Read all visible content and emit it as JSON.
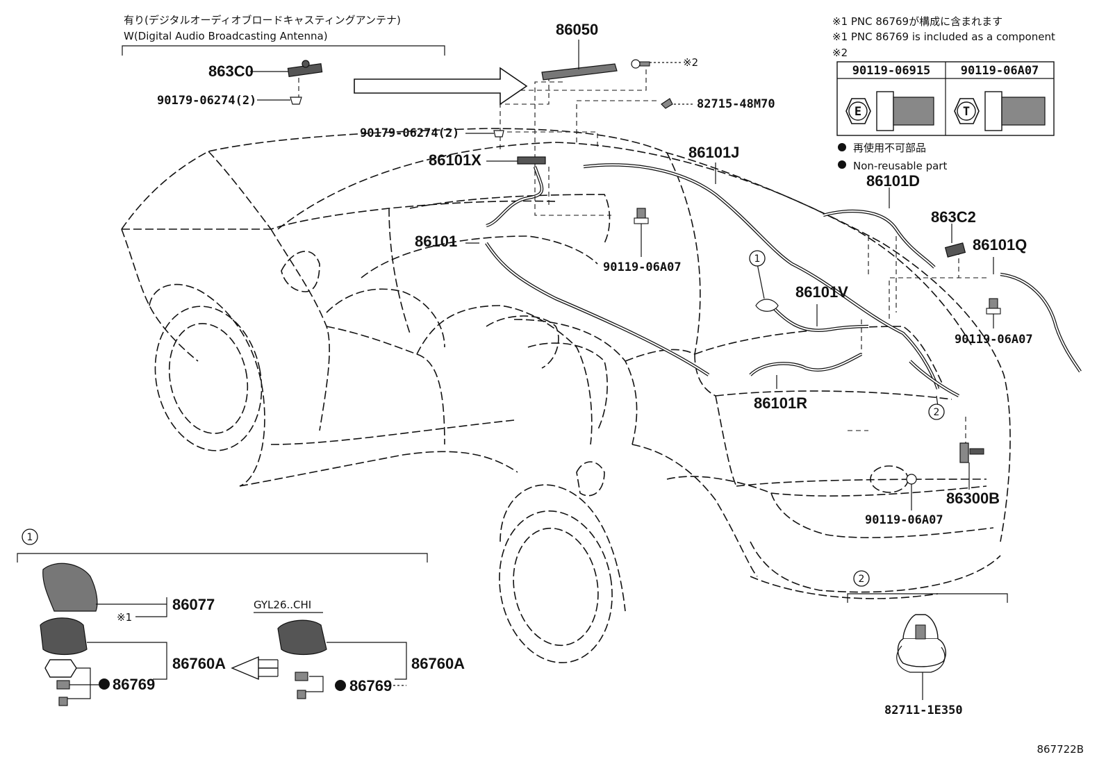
{
  "header_note": {
    "line1": "有り(デジタルオーディオブロードキャスティングアンテナ)",
    "line2": "W(Digital Audio Broadcasting Antenna)"
  },
  "notes": {
    "note1_jp": "※1 PNC 86769が構成に含まれます",
    "note1_en": "※1 PNC 86769 is included as a component",
    "note2_label": "※2",
    "table_col1": "90119-06915",
    "table_col2": "90119-06A07",
    "table_symbol1": "E",
    "table_symbol2": "T",
    "nonreusable_jp": "再使用不可部品",
    "nonreusable_en": "Non-reusable part"
  },
  "parts": {
    "p863C0": "863C0",
    "p90179_a": "90179-06274(2)",
    "p86050": "86050",
    "pmark2": "※2",
    "p82715": "82715-48M70",
    "p90179_b": "90179-06274(2)",
    "p86101X": "86101X",
    "p86101J": "86101J",
    "p86101": "86101",
    "p90119_a": "90119-06A07",
    "p86101D": "86101D",
    "p863C2": "863C2",
    "p86101Q": "86101Q",
    "p86101V": "86101V",
    "p90119_b": "90119-06A07",
    "p86101R": "86101R",
    "p86300B": "86300B",
    "p90119_c": "90119-06A07",
    "p86077": "86077",
    "pmark1": "※1",
    "p86760A_left": "86760A",
    "p86769_left": "86769",
    "gyl_label": "GYL26..CHI",
    "p86760A_right": "86760A",
    "p86769_right": "86769",
    "p82711": "82711-1E350"
  },
  "callouts": {
    "c1": "1",
    "c2": "2",
    "c1_detail": "1",
    "c2_detail": "2"
  },
  "figure_id": "867722B"
}
